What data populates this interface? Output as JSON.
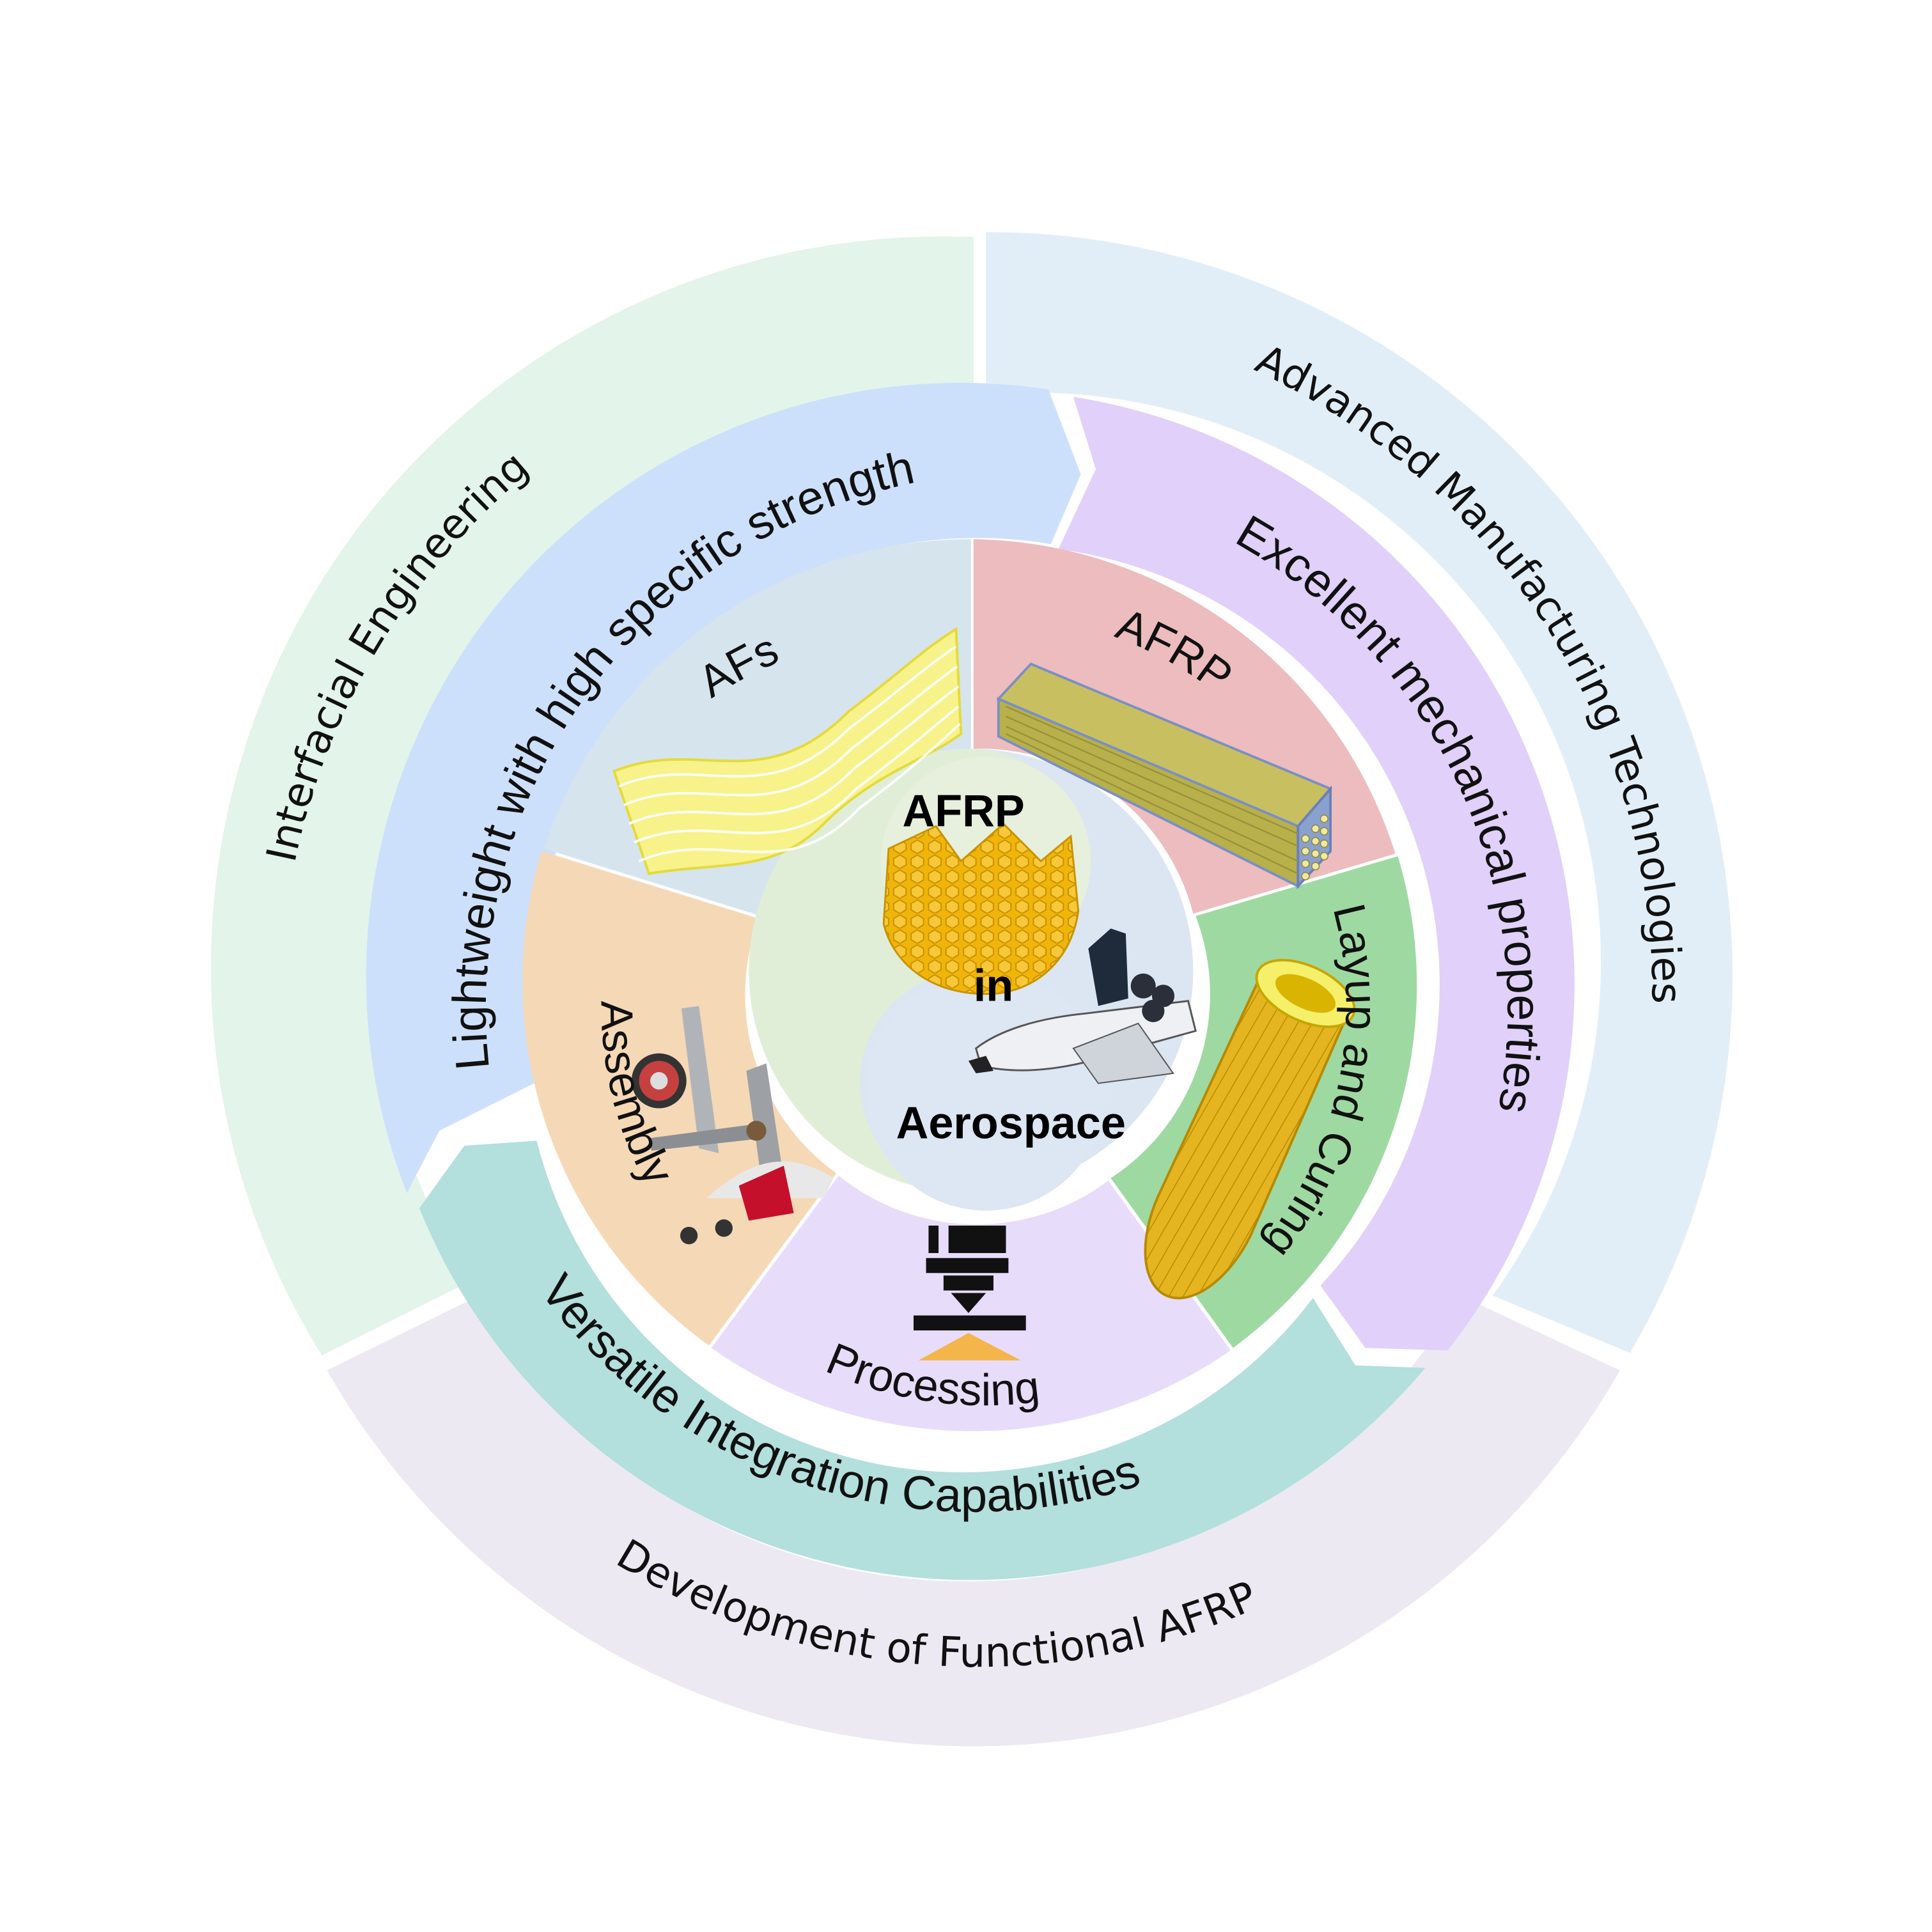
{
  "outer_ring": [
    {
      "label": "Interfacial Engineering",
      "color": "#e3f4ea"
    },
    {
      "label": "Advanced Manufacturing Technologies",
      "color": "#e2eef7"
    },
    {
      "label": "Development of Functional AFRP",
      "color": "#ece9f3"
    }
  ],
  "middle_ring": [
    {
      "label": "Lightweight with high specific strength",
      "color": "#cde0fb"
    },
    {
      "label": "Excellent mechanical properties",
      "color": "#e0d0fa"
    },
    {
      "label": "Versatile Integration Capabilities",
      "color": "#b3dfdd"
    }
  ],
  "inner_ring": [
    {
      "label": "AFs",
      "color": "#d6e4ee",
      "icon": "fiber-strands-icon"
    },
    {
      "label": "AFRP",
      "color": "#ecbcbf",
      "icon": "composite-rod-bundle-icon"
    },
    {
      "label": "Layup and Curing",
      "color": "#9ed9a2",
      "icon": "woven-tube-icon"
    },
    {
      "label": "Processing",
      "color": "#e8dcfb",
      "icon": "3d-printer-nozzle-icon"
    },
    {
      "label": "Assembly",
      "color": "#f5d8b6",
      "icon": "landing-gear-icon"
    }
  ],
  "center": {
    "line1": "AFRP",
    "line2": "in",
    "line3": "Aerospace",
    "icon_top": "honeycomb-aramid-icon",
    "icon_bottom": "space-shuttle-icon"
  }
}
